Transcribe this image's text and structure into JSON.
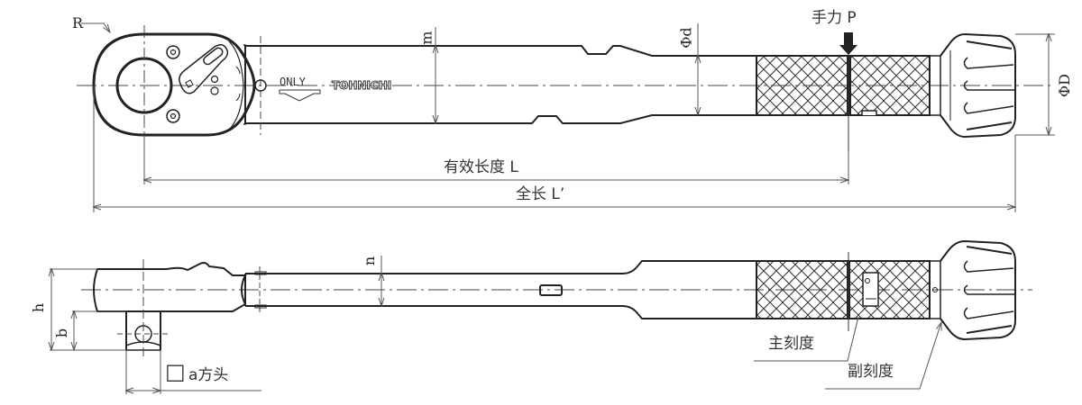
{
  "diagram": {
    "subject": "torque wrench dimension drawing",
    "brand_mark": "TOHNICHI",
    "head_marking": "ONLY",
    "top_view": {
      "labels": {
        "radius": "R",
        "handle_width": "m",
        "shaft_diameter": "Φd",
        "grip_diameter": "ΦD",
        "hand_force": "手力 P",
        "effective_length": "有效长度 L",
        "overall_length": "全长 L’"
      }
    },
    "side_view": {
      "labels": {
        "head_height": "h",
        "square_drive_height": "b",
        "shaft_thickness": "n",
        "square_drive_prefix": "□",
        "square_drive": "a方头",
        "main_scale": "主刻度",
        "sub_scale": "副刻度"
      }
    },
    "colors": {
      "line": "#222222",
      "dim_line": "#555555",
      "background": "#ffffff"
    }
  }
}
